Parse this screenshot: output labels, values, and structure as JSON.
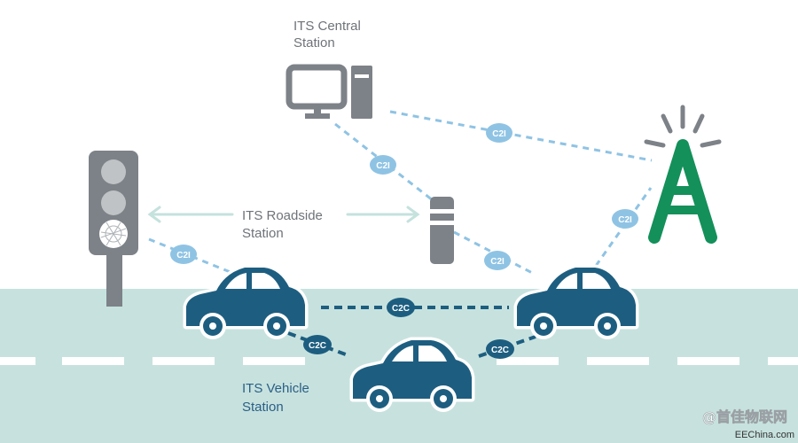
{
  "labels": {
    "central_station": [
      "ITS Central",
      "Station"
    ],
    "roadside_station": [
      "ITS Roadside",
      "Station"
    ],
    "vehicle_station": [
      "ITS Vehicle",
      "Station"
    ]
  },
  "badges": {
    "c2i": "C2I",
    "c2c": "C2C"
  },
  "watermark": {
    "main": "@首佳物联网",
    "sub": "EEChina.com"
  },
  "colors": {
    "road": "#c7e2de",
    "car": "#1d5e80",
    "c2i_link": "#8fc3e4",
    "c2c_link": "#1d5e80",
    "device_grey": "#7d8288",
    "antenna_green": "#14905a",
    "text_grey": "#6e7378",
    "text_blue": "#2b5f86"
  }
}
